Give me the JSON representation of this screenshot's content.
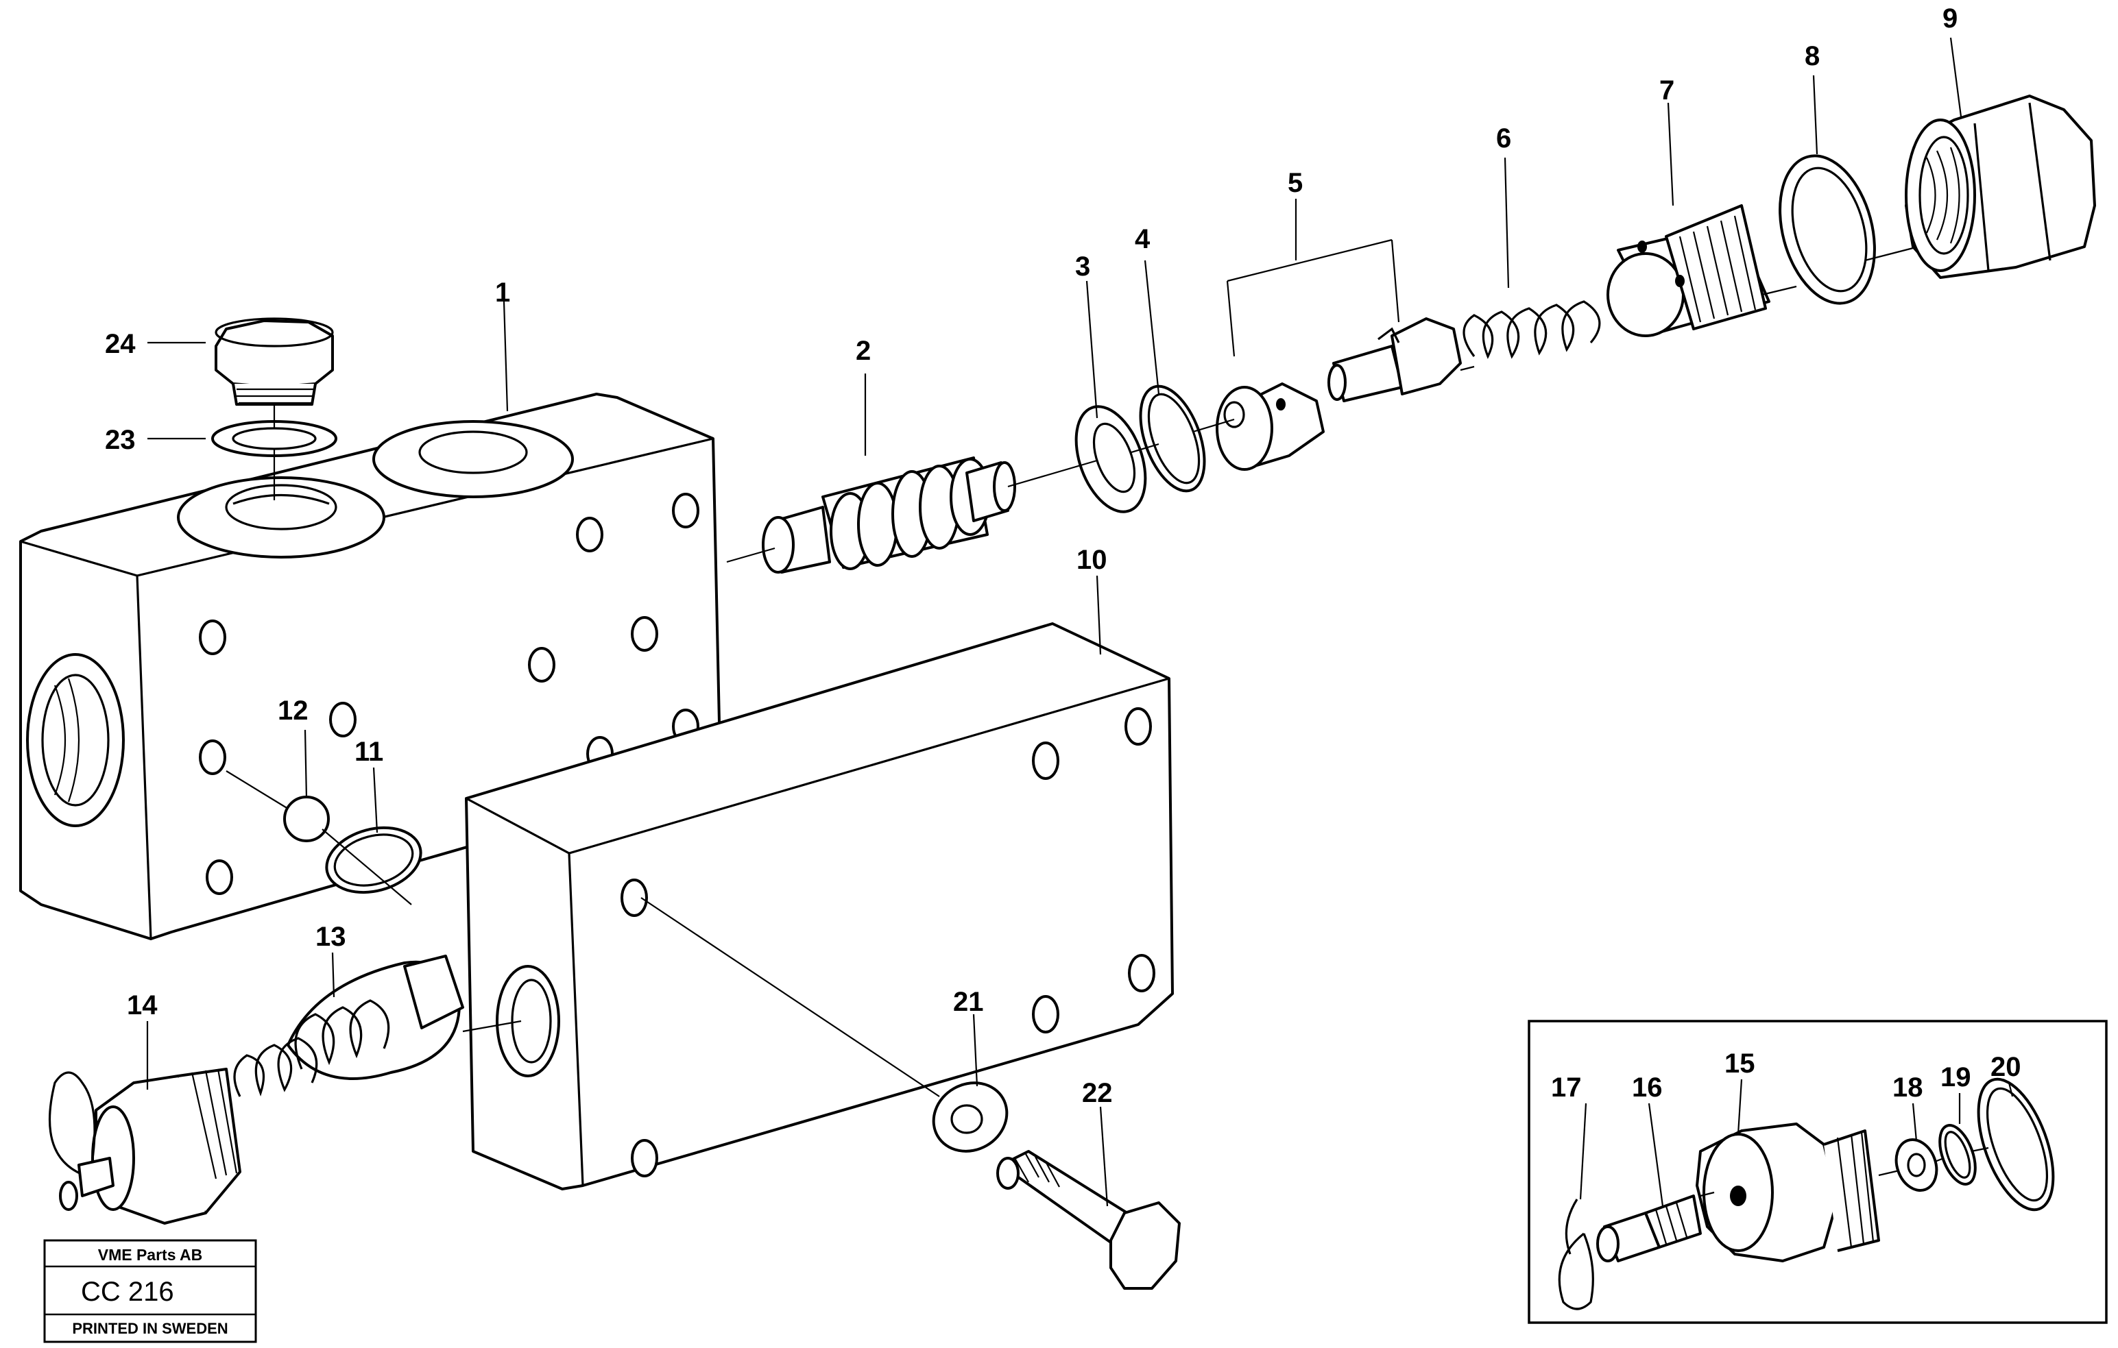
{
  "callouts": {
    "c1": "1",
    "c2": "2",
    "c3": "3",
    "c4": "4",
    "c5": "5",
    "c6": "6",
    "c7": "7",
    "c8": "8",
    "c9": "9",
    "c10": "10",
    "c11": "11",
    "c12": "12",
    "c13": "13",
    "c14": "14",
    "c15": "15",
    "c16": "16",
    "c17": "17",
    "c18": "18",
    "c19": "19",
    "c20": "20",
    "c21": "21",
    "c22": "22",
    "c23": "23",
    "c24": "24"
  },
  "stamp": {
    "company": "VME Parts AB",
    "code": "CC 216",
    "printed": "PRINTED IN SWEDEN"
  }
}
